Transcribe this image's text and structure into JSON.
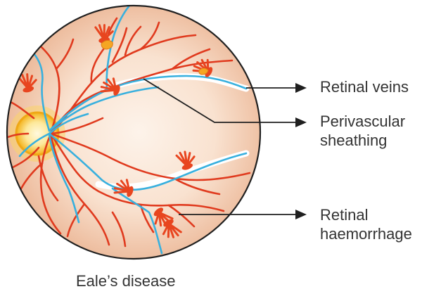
{
  "labels": {
    "retinal_veins": "Retinal veins",
    "perivascular_sheathing": [
      "Perivascular",
      "sheathing"
    ],
    "retinal_haemorrhage": [
      "Retinal",
      "haemorrhage"
    ]
  },
  "caption": "Eale’s disease",
  "colors": {
    "fundus_edge": "#e9ad8d",
    "fundus_center": "#fdf0e4",
    "outline": "#1f1f1f",
    "artery": "#e03a1e",
    "vein": "#38b0de",
    "sheathing": "#ffffff",
    "optic_disc": "#f7c21c",
    "haemorrhage": "#e8451f",
    "pointer": "#1f1f1f"
  }
}
